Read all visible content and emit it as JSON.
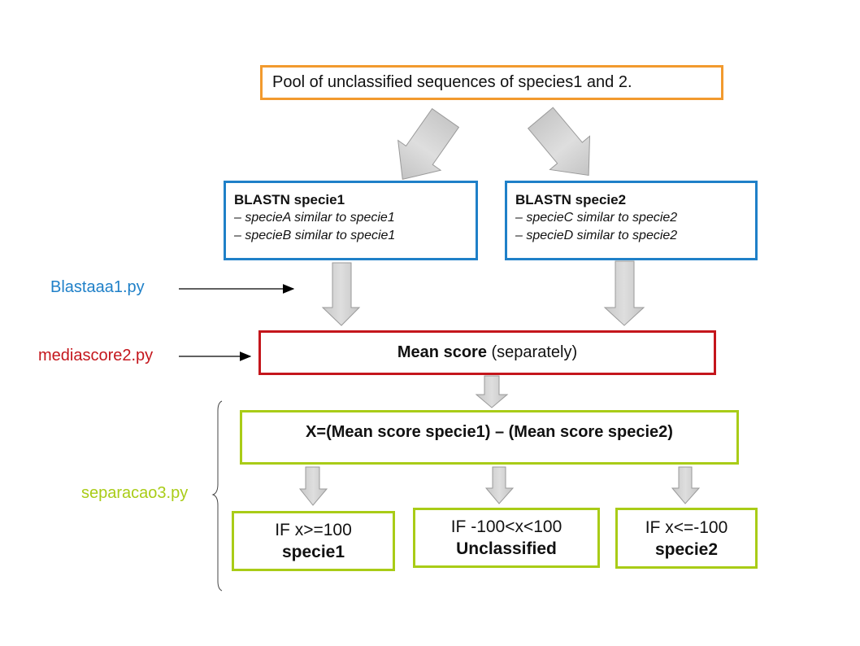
{
  "pool": {
    "text": "Pool of unclassified sequences of species1 and 2."
  },
  "species1": {
    "title": "BLASTN specie1",
    "items": [
      "– specieA similar to specie1",
      "– specieB similar to specie1"
    ]
  },
  "species2": {
    "title": "BLASTN specie2",
    "items": [
      "– specieC similar to specie2",
      "– specieD similar to specie2"
    ]
  },
  "scripts": {
    "blast": "Blastaaa1.py",
    "media": "mediascore2.py",
    "separa": "separacao3.py"
  },
  "mean_score": {
    "bold": "Mean score",
    "rest": " (separately)"
  },
  "formula": {
    "text": "X=(Mean score specie1) – (Mean score specie2)"
  },
  "conditions": [
    {
      "condition": "IF x>=100",
      "result": "specie1"
    },
    {
      "condition": "IF -100<x<100",
      "result": "Unclassified"
    },
    {
      "condition": "IF x<=-100",
      "result": "specie2"
    }
  ],
  "colors": {
    "orange": "#f29a2e",
    "blue": "#1f80c8",
    "red": "#c4161c",
    "green": "#a9cc17"
  }
}
